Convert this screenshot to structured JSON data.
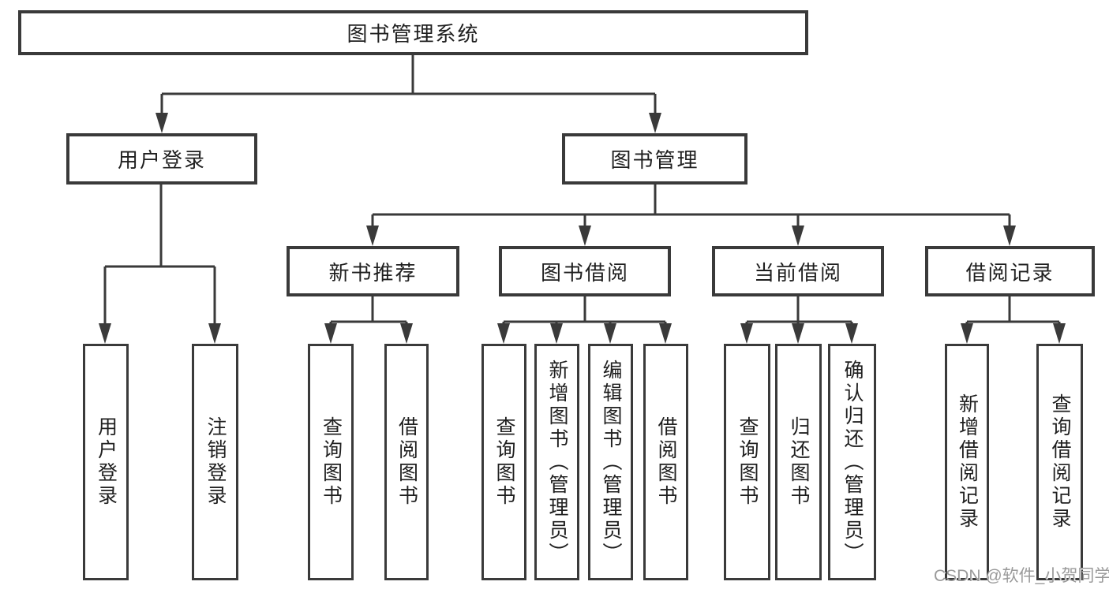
{
  "diagram": {
    "type": "tree-structure-diagram",
    "colors": {
      "line": "#3a3a3a",
      "box_border": "#3a3a3a",
      "box_fill": "#ffffff",
      "text": "#1f1f1f",
      "watermark": "#9a9a9a",
      "background": "#ffffff"
    }
  },
  "tree": {
    "root": {
      "label": "图书管理系统",
      "children": [
        {
          "label": "用户登录",
          "children": [
            {
              "label": "用户登录"
            },
            {
              "label": "注销登录"
            }
          ]
        },
        {
          "label": "图书管理",
          "children": [
            {
              "label": "新书推荐",
              "children": [
                {
                  "label": "查询图书"
                },
                {
                  "label": "借阅图书"
                }
              ]
            },
            {
              "label": "图书借阅",
              "children": [
                {
                  "label": "查询图书"
                },
                {
                  "label": "新增图书（管理员）"
                },
                {
                  "label": "编辑图书（管理员）"
                },
                {
                  "label": "借阅图书"
                }
              ]
            },
            {
              "label": "当前借阅",
              "children": [
                {
                  "label": "查询图书"
                },
                {
                  "label": "归还图书"
                },
                {
                  "label": "确认归还（管理员）"
                }
              ]
            },
            {
              "label": "借阅记录",
              "children": [
                {
                  "label": "新增借阅记录"
                },
                {
                  "label": "查询借阅记录"
                }
              ]
            }
          ]
        }
      ]
    }
  },
  "watermark": {
    "text": "CSDN @软件_小贺同学"
  }
}
